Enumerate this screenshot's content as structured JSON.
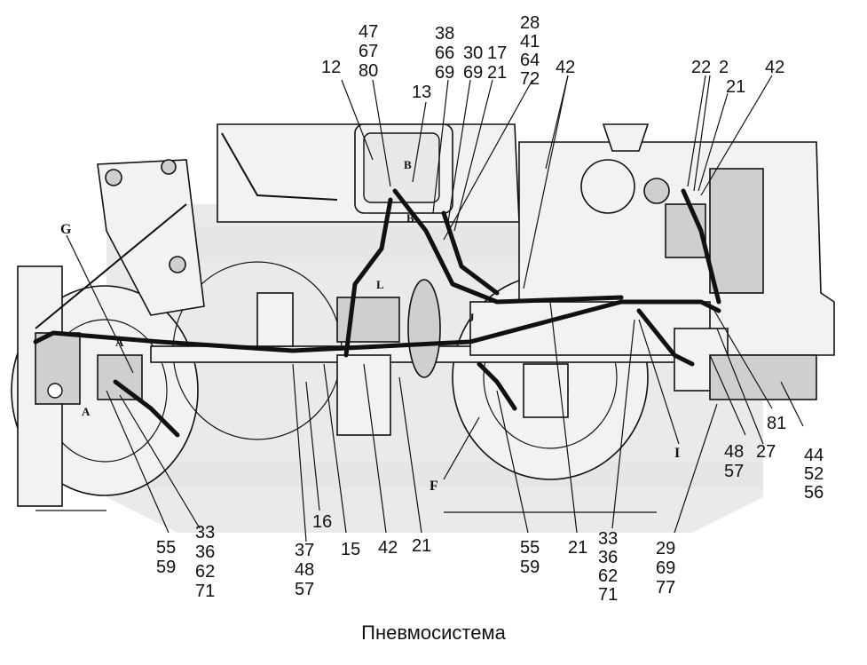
{
  "caption": "Пневмосистема",
  "callouts": {
    "c01": "47",
    "c02": "67",
    "c03": "80",
    "c04": "38",
    "c05": "66",
    "c06": "69",
    "c07": "30",
    "c08": "69",
    "c09": "17",
    "c10": "21",
    "c11": "28",
    "c12": "41",
    "c13": "64",
    "c14": "72",
    "c15": "42",
    "c16": "12",
    "c17": "13",
    "c18": "22",
    "c19": "2",
    "c20": "21",
    "c21": "42",
    "c22": "81",
    "c23": "48",
    "c24": "57",
    "c25": "27",
    "c26": "44",
    "c27": "52",
    "c28": "56",
    "c29": "55",
    "c30": "59",
    "c31": "33",
    "c32": "36",
    "c33": "62",
    "c34": "71",
    "c35": "16",
    "c36": "37",
    "c37": "48",
    "c38": "57",
    "c39": "15",
    "c40": "42",
    "c41": "21",
    "c42": "55",
    "c43": "59",
    "c44": "21",
    "c45": "33",
    "c46": "36",
    "c47": "62",
    "c48": "71",
    "c49": "29",
    "c50": "69",
    "c51": "77"
  },
  "view_letters": {
    "G": "G",
    "F": "F",
    "I": "I",
    "B1": "B",
    "B2": "B",
    "L": "L",
    "J": "J",
    "A1": "A",
    "A2": "A"
  }
}
